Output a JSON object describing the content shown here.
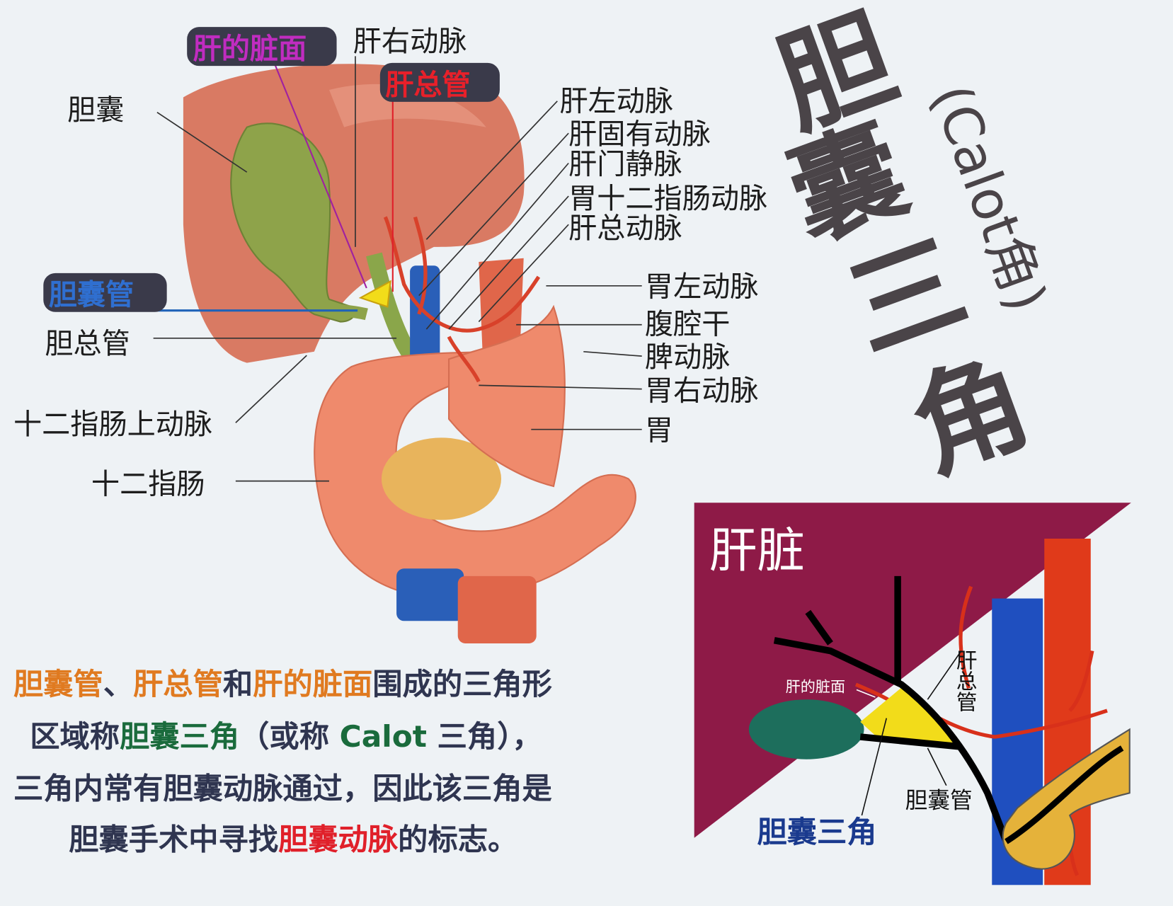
{
  "title": {
    "chars": [
      "胆",
      "囊",
      "三",
      "角"
    ],
    "subtitle": "(Calot角)"
  },
  "labels": {
    "gallbladder": "胆囊",
    "liver_visceral_surface": "肝的脏面",
    "right_hepatic_artery": "肝右动脉",
    "common_hepatic_duct": "肝总管",
    "left_hepatic_artery": "肝左动脉",
    "proper_hepatic_artery": "肝固有动脉",
    "hepatic_portal_vein": "肝门静脉",
    "gastroduodenal_artery": "胃十二指肠动脉",
    "common_hepatic_artery": "肝总动脉",
    "left_gastric_artery": "胃左动脉",
    "celiac_trunk": "腹腔干",
    "splenic_artery": "脾动脉",
    "right_gastric_artery": "胃右动脉",
    "stomach": "胃",
    "cystic_duct": "胆囊管",
    "common_bile_duct": "胆总管",
    "supraduodenal_artery": "十二指肠上动脉",
    "duodenum": "十二指肠"
  },
  "paragraph": {
    "line1": [
      {
        "text": "胆囊管",
        "color": "#e07a20"
      },
      {
        "text": "、",
        "color": "#2f3550"
      },
      {
        "text": "肝总管",
        "color": "#e07a20"
      },
      {
        "text": "和",
        "color": "#2f3550"
      },
      {
        "text": "肝的脏面",
        "color": "#e07a20"
      },
      {
        "text": "围成的三角形",
        "color": "#2f3550"
      }
    ],
    "line2": [
      {
        "text": "区域称",
        "color": "#2f3550"
      },
      {
        "text": "胆囊三角",
        "color": "#1a6b3c"
      },
      {
        "text": "（或称 ",
        "color": "#2f3550"
      },
      {
        "text": "Calot",
        "color": "#1a6b3c"
      },
      {
        "text": " 三角），",
        "color": "#2f3550"
      }
    ],
    "line3": [
      {
        "text": "三角内常有胆囊动脉通过，因此该三角是",
        "color": "#2f3550"
      }
    ],
    "line4": [
      {
        "text": "胆囊手术中寻找",
        "color": "#2f3550"
      },
      {
        "text": "胆囊动脉",
        "color": "#e0202a"
      },
      {
        "text": "的标志。",
        "color": "#2f3550"
      }
    ]
  },
  "inset": {
    "liver": "肝脏",
    "visceral_surface": "肝的脏面",
    "common_hepatic_duct": "肝总管",
    "cystic_duct": "胆囊管",
    "calot_triangle": "胆囊三角"
  },
  "colors": {
    "background": "#eef2f5",
    "liver_inset": "#8e1a47",
    "triangle": "#f2dc1a",
    "gallbladder_inset": "#1d6e5c",
    "vein": "#1f4fbf",
    "artery": "#e03a1a",
    "title": "#4a4448"
  }
}
